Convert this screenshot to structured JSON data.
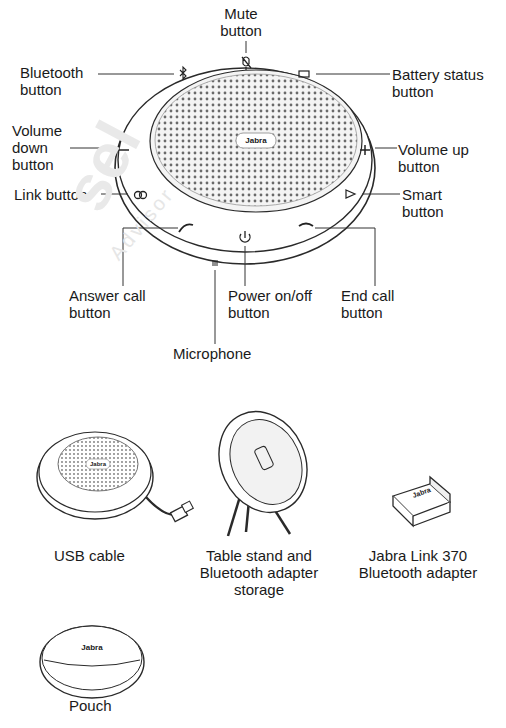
{
  "diagram": {
    "labels": [
      "Mute button",
      "Bluetooth button",
      "Battery status button",
      "Volume down button",
      "Volume up button",
      "Link button",
      "Smart button",
      "Jabra",
      "Answer call button",
      "Power on/off button",
      "End call button",
      "Microphone",
      "sel",
      "Advisor",
      "Jabra",
      "Jabra",
      "USB cable",
      "Table stand and Bluetooth adapter storage",
      "Jabra Link 370 Bluetooth adapter",
      "Jabra",
      "Pouch"
    ]
  }
}
